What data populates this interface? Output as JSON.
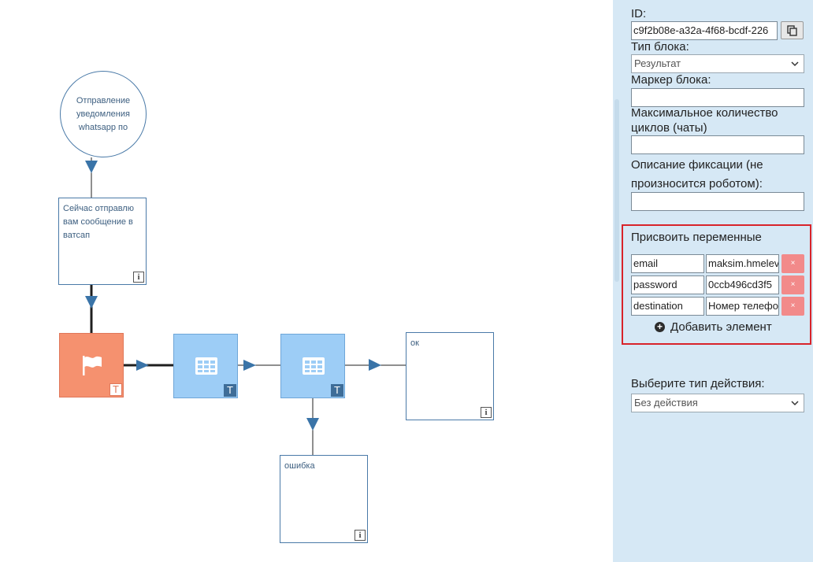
{
  "flow": {
    "start_node": {
      "text": "Отправление уведомления whatsapp по"
    },
    "message_node": {
      "text": "Сейчас отправлю вам сообщение в ватсап",
      "info_icon": "info-icon"
    },
    "flag_node": {
      "icon": "flag-icon",
      "badge": "T",
      "color": "#f5916f"
    },
    "table_node_1": {
      "icon": "table-icon",
      "badge": "T",
      "color": "#9dcdf6"
    },
    "table_node_2": {
      "icon": "table-icon",
      "badge": "T",
      "color": "#9dcdf6"
    },
    "ok_node": {
      "text": "ок",
      "info_icon": "info-icon"
    },
    "error_node": {
      "text": "ошибка",
      "info_icon": "info-icon"
    },
    "info_label": "i",
    "edge_color": "#3a74a8"
  },
  "panel": {
    "id_label": "ID:",
    "id_value": "c9f2b08e-a32a-4f68-bcdf-226",
    "copy_icon": "copy-icon",
    "block_type_label": "Тип блока:",
    "block_type_value": "Результат",
    "marker_label": "Маркер блока:",
    "marker_value": "",
    "max_cycles_label": "Максимальное количество циклов (чаты)",
    "max_cycles_value": "",
    "fix_desc_label": "Описание фиксации (не произносится роботом):",
    "fix_desc_value": "",
    "assign_title": "Присвоить переменные",
    "variables": [
      {
        "name": "email",
        "value": "maksim.hmelev",
        "delete": "×"
      },
      {
        "name": "password",
        "value": "0ccb496cd3f5",
        "delete": "×"
      },
      {
        "name": "destination",
        "value": "Номер телефона",
        "delete": "×"
      }
    ],
    "add_label": "Добавить элемент",
    "add_icon": "plus-circle-icon",
    "action_type_label": "Выберите тип действия:",
    "action_type_value": "Без действия",
    "highlight_color": "#d8232a",
    "panel_bg": "#d6e8f5"
  }
}
